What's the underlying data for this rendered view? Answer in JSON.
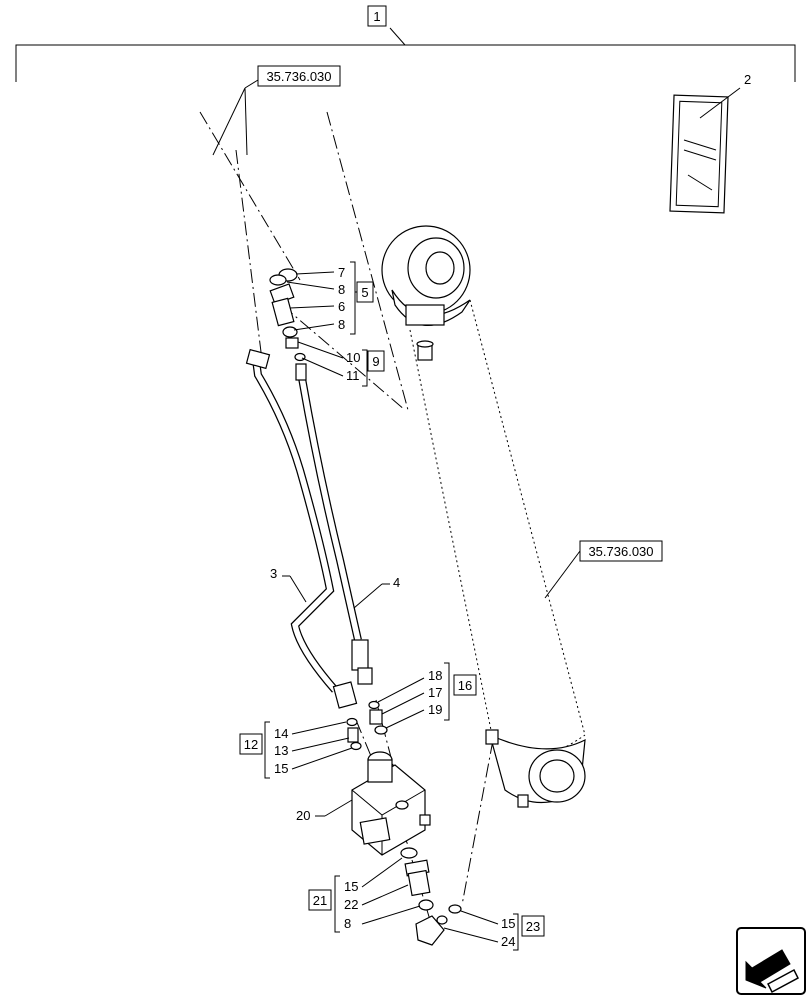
{
  "assembly_label": "1",
  "references": {
    "ref_top": "35.736.030",
    "ref_right": "35.736.030"
  },
  "callouts": {
    "c2": "2",
    "c3": "3",
    "c4": "4",
    "c6": "6",
    "c7": "7",
    "c8a": "8",
    "c8b": "8",
    "c8c": "8",
    "c10": "10",
    "c11": "11",
    "c13": "13",
    "c14": "14",
    "c15a": "15",
    "c15b": "15",
    "c15c": "15",
    "c17": "17",
    "c18": "18",
    "c19": "19",
    "c20": "20",
    "c22": "22",
    "c24": "24"
  },
  "kits": {
    "k5": "5",
    "k9": "9",
    "k12": "12",
    "k16": "16",
    "k21": "21",
    "k23": "23"
  },
  "nav": {
    "icon": "next-page-arrow-icon"
  }
}
